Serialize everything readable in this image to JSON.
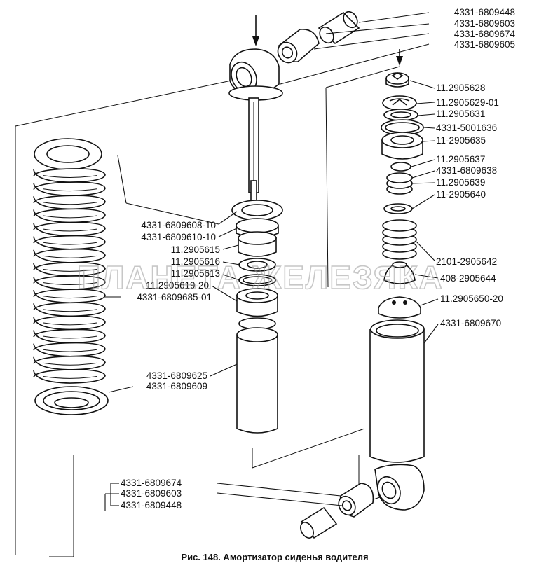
{
  "caption": "Рис. 148. Амортизатор сиденья водителя",
  "watermark": "ПЛАНЕТА ЖЕЛЕЗЯКА",
  "labels": {
    "l01": "4331-6809448",
    "l02": "4331-6809603",
    "l03": "4331-6809674",
    "l04": "4331-6809605",
    "l05": "11.2905628",
    "l06": "11.2905629-01",
    "l07": "11.2905631",
    "l08": "4331-5001636",
    "l09": "11-2905635",
    "l10": "11.2905637",
    "l11": "4331-6809638",
    "l12": "11.2905639",
    "l13": "11-2905640",
    "l14": "4331-6809608-10",
    "l15": "4331-6809610-10",
    "l16": "11.2905615",
    "l17": "11.2905616",
    "l18": "11.2905613",
    "l19": "11.2905619-20",
    "l20": "4331-6809685-01",
    "l21": "2101-2905642",
    "l22": "408-2905644",
    "l23": "11.2905650-20",
    "l24": "4331-6809670",
    "l25": "4331-6809625",
    "l26": "4331-6809609",
    "l27": "4331-6809674",
    "l28": "4331-6809603",
    "l29": "4331-6809448"
  }
}
